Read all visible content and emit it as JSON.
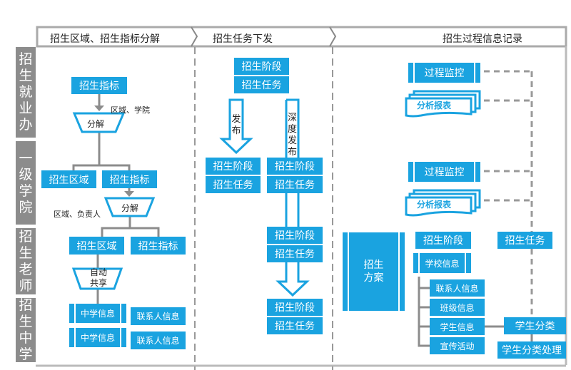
{
  "headers": [
    "招生区域、招生指标分解",
    "招生任务下发",
    "招生过程信息记录"
  ],
  "rows": [
    [
      "招",
      "生",
      "就",
      "业",
      "办"
    ],
    [
      "一",
      "级",
      "学",
      "院"
    ],
    [
      "招",
      "生",
      "老",
      "师"
    ],
    [
      "招",
      "生",
      "中",
      "学"
    ]
  ],
  "col1": {
    "top_index": "招生指标",
    "label1": "区域、学院",
    "split1": "分解",
    "region1": "招生区域",
    "index1": "招生指标",
    "label2": "区域、负责人",
    "split2": "分解",
    "region2": "招生区域",
    "index2": "招生指标",
    "share": "自动共享",
    "school1": "中学信息",
    "contact1": "联系人信息",
    "school2": "中学信息",
    "contact2": "联系人信息"
  },
  "col2": {
    "stage": "招生阶段",
    "task": "招生任务",
    "publish": "发布",
    "deep_publish": "深度发布"
  },
  "col3": {
    "monitor": "过程监控",
    "report": "分析报表",
    "plan": "招生方案",
    "stage": "招生阶段",
    "task": "招生任务",
    "school_info": "学校信息",
    "contact_info": "联系人信息",
    "class_info": "班级信息",
    "student_info": "学生信息",
    "promo": "宣传活动",
    "classify": "学生分类",
    "classify_process": "学生分类处理"
  },
  "colors": {
    "accent": "#1aa3e0",
    "gray": "#8c8c8c"
  }
}
